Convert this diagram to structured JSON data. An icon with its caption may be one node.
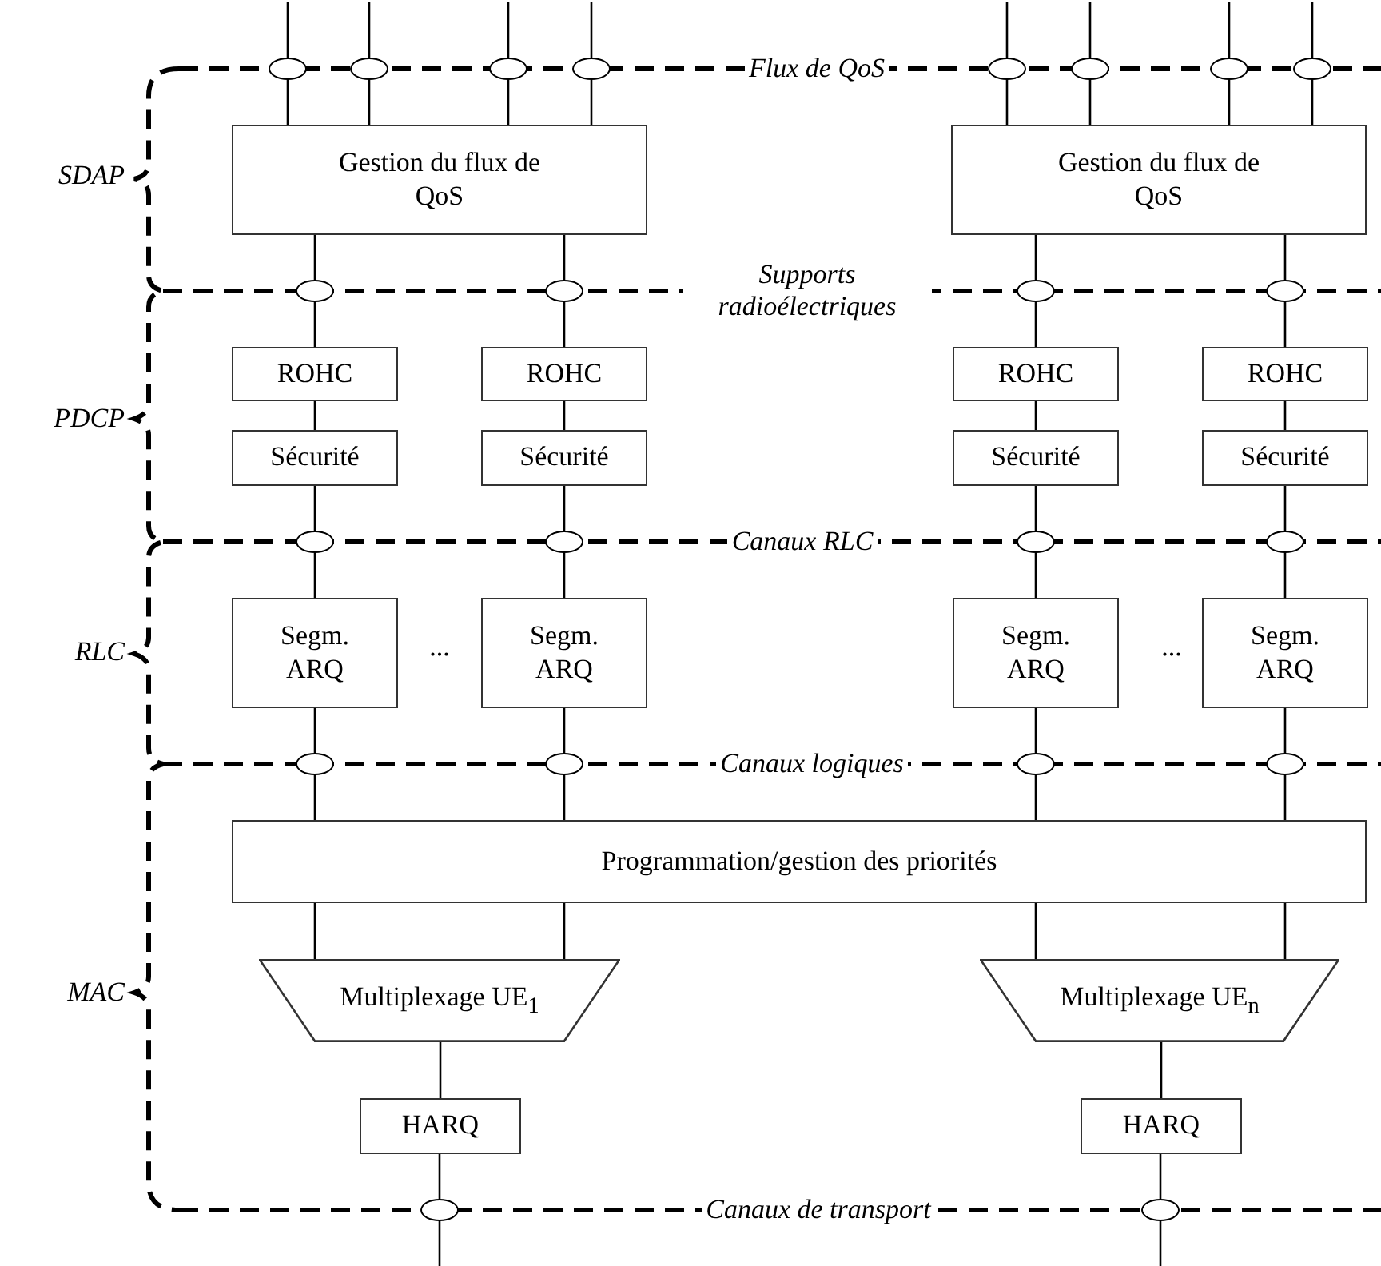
{
  "diagram": {
    "nodes": [
      {
        "text": [],
        "shape": "ellipse"
      },
      {
        "text": [],
        "shape": "ellipse"
      },
      {
        "text": [],
        "shape": "ellipse"
      },
      {
        "text": [],
        "shape": "ellipse"
      },
      {
        "text": [],
        "shape": "ellipse"
      },
      {
        "text": [],
        "shape": "ellipse"
      },
      {
        "text": [],
        "shape": "ellipse"
      },
      {
        "text": [],
        "shape": "ellipse"
      },
      {
        "text": [
          "Gestion du flux de QoS"
        ]
      },
      {
        "text": [
          "Gestion du flux de QoS"
        ]
      },
      {
        "text": [],
        "shape": "ellipse"
      },
      {
        "text": [],
        "shape": "ellipse"
      },
      {
        "text": [],
        "shape": "ellipse"
      },
      {
        "text": [],
        "shape": "ellipse"
      },
      {
        "text": [
          "ROHC"
        ]
      },
      {
        "text": [
          "ROHC"
        ]
      },
      {
        "text": [
          "ROHC"
        ]
      },
      {
        "text": [
          "ROHC"
        ]
      },
      {
        "text": [
          "Sécurité"
        ]
      },
      {
        "text": [
          "Sécurité"
        ]
      },
      {
        "text": [
          "Sécurité"
        ]
      },
      {
        "text": [
          "Sécurité"
        ]
      },
      {
        "text": [],
        "shape": "ellipse"
      },
      {
        "text": [],
        "shape": "ellipse"
      },
      {
        "text": [],
        "shape": "ellipse"
      },
      {
        "text": [],
        "shape": "ellipse"
      },
      {
        "text": [
          "Segm. ARQ"
        ]
      },
      {
        "text": [
          "Segm. ARQ"
        ]
      },
      {
        "text": [
          "Segm. ARQ"
        ]
      },
      {
        "text": [
          "Segm. ARQ"
        ]
      },
      {
        "text": [],
        "shape": "ellipse"
      },
      {
        "text": [],
        "shape": "ellipse"
      },
      {
        "text": [],
        "shape": "ellipse"
      },
      {
        "text": [],
        "shape": "ellipse"
      },
      {
        "text": [
          "Programmation/gestion des priorités"
        ]
      },
      {
        "text": [
          "Multiplexage UE$_{1}$"
        ]
      },
      {
        "text": [
          "Multiplexage UE$_{n}$"
        ]
      },
      {
        "text": [
          "HARQ"
        ]
      },
      {
        "text": [
          "HARQ"
        ]
      },
      {
        "text": [],
        "shape": "ellipse"
      },
      {
        "text": [],
        "shape": "ellipse"
      }
    ],
    "edges": [
      {
        "from": null,
        "to": 0,
        "arrow": "none"
      },
      {
        "from": null,
        "to": 1,
        "arrow": "none"
      },
      {
        "from": null,
        "to": 2,
        "arrow": "none"
      },
      {
        "from": null,
        "to": 3,
        "arrow": "none"
      },
      {
        "from": null,
        "to": 4,
        "arrow": "none"
      },
      {
        "from": null,
        "to": 5,
        "arrow": "none"
      },
      {
        "from": null,
        "to": 6,
        "arrow": "none"
      },
      {
        "from": null,
        "to": 7,
        "arrow": "none"
      },
      {
        "from": 0,
        "to": 8,
        "arrow": "none"
      },
      {
        "from": 1,
        "to": 8,
        "arrow": "none"
      },
      {
        "from": 2,
        "to": 8,
        "arrow": "none"
      },
      {
        "from": 3,
        "to": 8,
        "arrow": "none"
      },
      {
        "from": 4,
        "to": 9,
        "arrow": "none"
      },
      {
        "from": 5,
        "to": 9,
        "arrow": "none"
      },
      {
        "from": 6,
        "to": 9,
        "arrow": "none"
      },
      {
        "from": 7,
        "to": 9,
        "arrow": "none"
      },
      {
        "from": 8,
        "to": 10,
        "arrow": "none"
      },
      {
        "from": 8,
        "to": 11,
        "arrow": "none"
      },
      {
        "from": 9,
        "to": 12,
        "arrow": "none"
      },
      {
        "from": 9,
        "to": 13,
        "arrow": "none"
      },
      {
        "from": 10,
        "to": 14,
        "arrow": "none"
      },
      {
        "from": 11,
        "to": 15,
        "arrow": "none"
      },
      {
        "from": 12,
        "to": 16,
        "arrow": "none"
      },
      {
        "from": 13,
        "to": 17,
        "arrow": "none"
      },
      {
        "from": 14,
        "to": 18,
        "arrow": "none"
      },
      {
        "from": 15,
        "to": 19,
        "arrow": "none"
      },
      {
        "from": 16,
        "to": 20,
        "arrow": "none"
      },
      {
        "from": 17,
        "to": 21,
        "arrow": "none"
      },
      {
        "from": 18,
        "to": 22,
        "arrow": "none"
      },
      {
        "from": 19,
        "to": 23,
        "arrow": "none"
      },
      {
        "from": 20,
        "to": 24,
        "arrow": "none"
      },
      {
        "from": 21,
        "to": 25,
        "arrow": "none"
      },
      {
        "from": 22,
        "to": 26,
        "arrow": "none"
      },
      {
        "from": 23,
        "to": 27,
        "arrow": "none"
      },
      {
        "from": 24,
        "to": 28,
        "arrow": "none"
      },
      {
        "from": 25,
        "to": 29,
        "arrow": "none"
      },
      {
        "from": 26,
        "to": 30,
        "arrow": "none"
      },
      {
        "from": 27,
        "to": 31,
        "arrow": "none"
      },
      {
        "from": 28,
        "to": 32,
        "arrow": "none"
      },
      {
        "from": 29,
        "to": 33,
        "arrow": "none"
      },
      {
        "from": 30,
        "to": 34,
        "arrow": "none"
      },
      {
        "from": 31,
        "to": 34,
        "arrow": "none"
      },
      {
        "from": 32,
        "to": 34,
        "arrow": "none"
      },
      {
        "from": 33,
        "to": 34,
        "arrow": "none"
      },
      {
        "from": 34,
        "to": 35,
        "arrow": "none"
      },
      {
        "from": 34,
        "to": 35,
        "arrow": "none"
      },
      {
        "from": 34,
        "to": 36,
        "arrow": "none"
      },
      {
        "from": 34,
        "to": 36,
        "arrow": "none"
      },
      {
        "from": 35,
        "to": 37,
        "arrow": "none"
      },
      {
        "from": 36,
        "to": 38,
        "arrow": "none"
      },
      {
        "from": 37,
        "to": 39,
        "arrow": "none"
      },
      {
        "from": 38,
        "to": 40,
        "arrow": "none"
      },
      {
        "from": 39,
        "to": null,
        "arrow": "none"
      },
      {
        "from": 40,
        "to": null,
        "arrow": "none"
      }
    ],
    "labels": [
      "Flux de QoS",
      "SDAP",
      "Supports radioélectriques",
      "PDCP",
      "Canaux RLC",
      "RLC",
      "...",
      "...",
      "Canaux logiques",
      "MAC",
      "Canaux de transport"
    ]
  }
}
